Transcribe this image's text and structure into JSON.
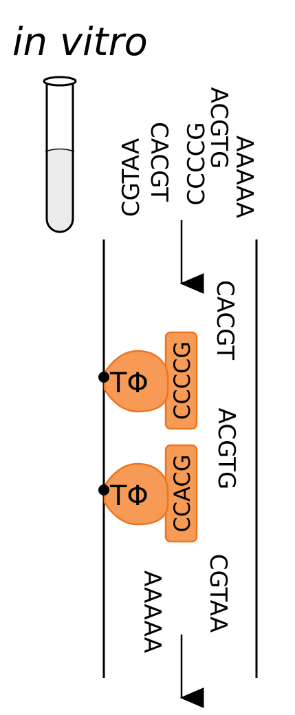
{
  "title": "in vitro",
  "input_sequences": [
    "CGTAA",
    "CACGT",
    "CCCCG",
    "ACGTG",
    "AAAAA"
  ],
  "column_sequences": {
    "top_right": "CACGT",
    "mid_right": "ACGTG",
    "bottom_right": "CGTAA",
    "bottom_left": "AAAAA"
  },
  "bound_complexes": [
    {
      "protein_label": "TΦ",
      "site": "CCCCG"
    },
    {
      "protein_label": "TΦ",
      "site": "CCACG"
    }
  ],
  "colors": {
    "protein_fill": "#f79a55",
    "protein_stroke": "#ed7420",
    "site_fill": "#f79a55",
    "site_stroke": "#ed7420",
    "liquid": "#ebebeb"
  }
}
